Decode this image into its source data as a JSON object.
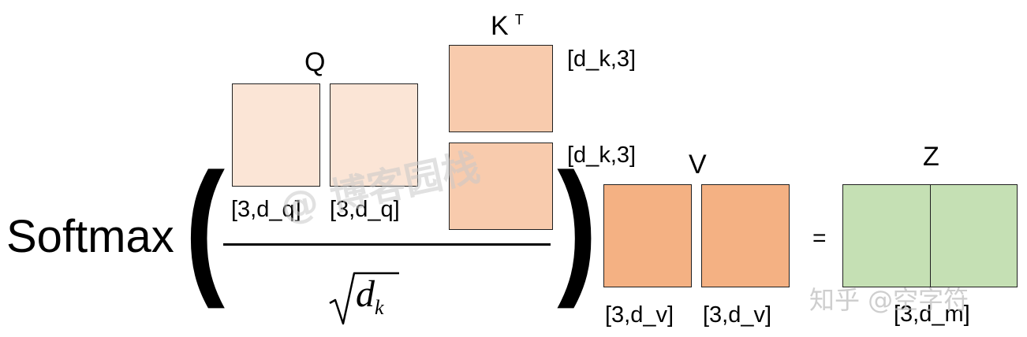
{
  "formula": {
    "softmax_label": "Softmax",
    "open_paren": "(",
    "close_paren": ")",
    "equals": "=",
    "sqrt_variable": "d",
    "sqrt_subscript": "k"
  },
  "matrices": {
    "q": {
      "label": "Q",
      "dims": [
        "[3,d_q]",
        "[3,d_q]"
      ]
    },
    "kt": {
      "label": "K",
      "superscript": "T",
      "dims": [
        "[d_k,3]",
        "[d_k,3]"
      ]
    },
    "v": {
      "label": "V",
      "dims": [
        "[3,d_v]",
        "[3,d_v]"
      ]
    },
    "z": {
      "label": "Z",
      "dims": [
        "[3,d_m]"
      ]
    }
  },
  "colors": {
    "q": "#fbe5d6",
    "k": "#f8cbad",
    "v": "#f4b183",
    "z": "#c5e0b4"
  },
  "watermarks": [
    "@ 博客园栈",
    "知乎 @空字符"
  ]
}
